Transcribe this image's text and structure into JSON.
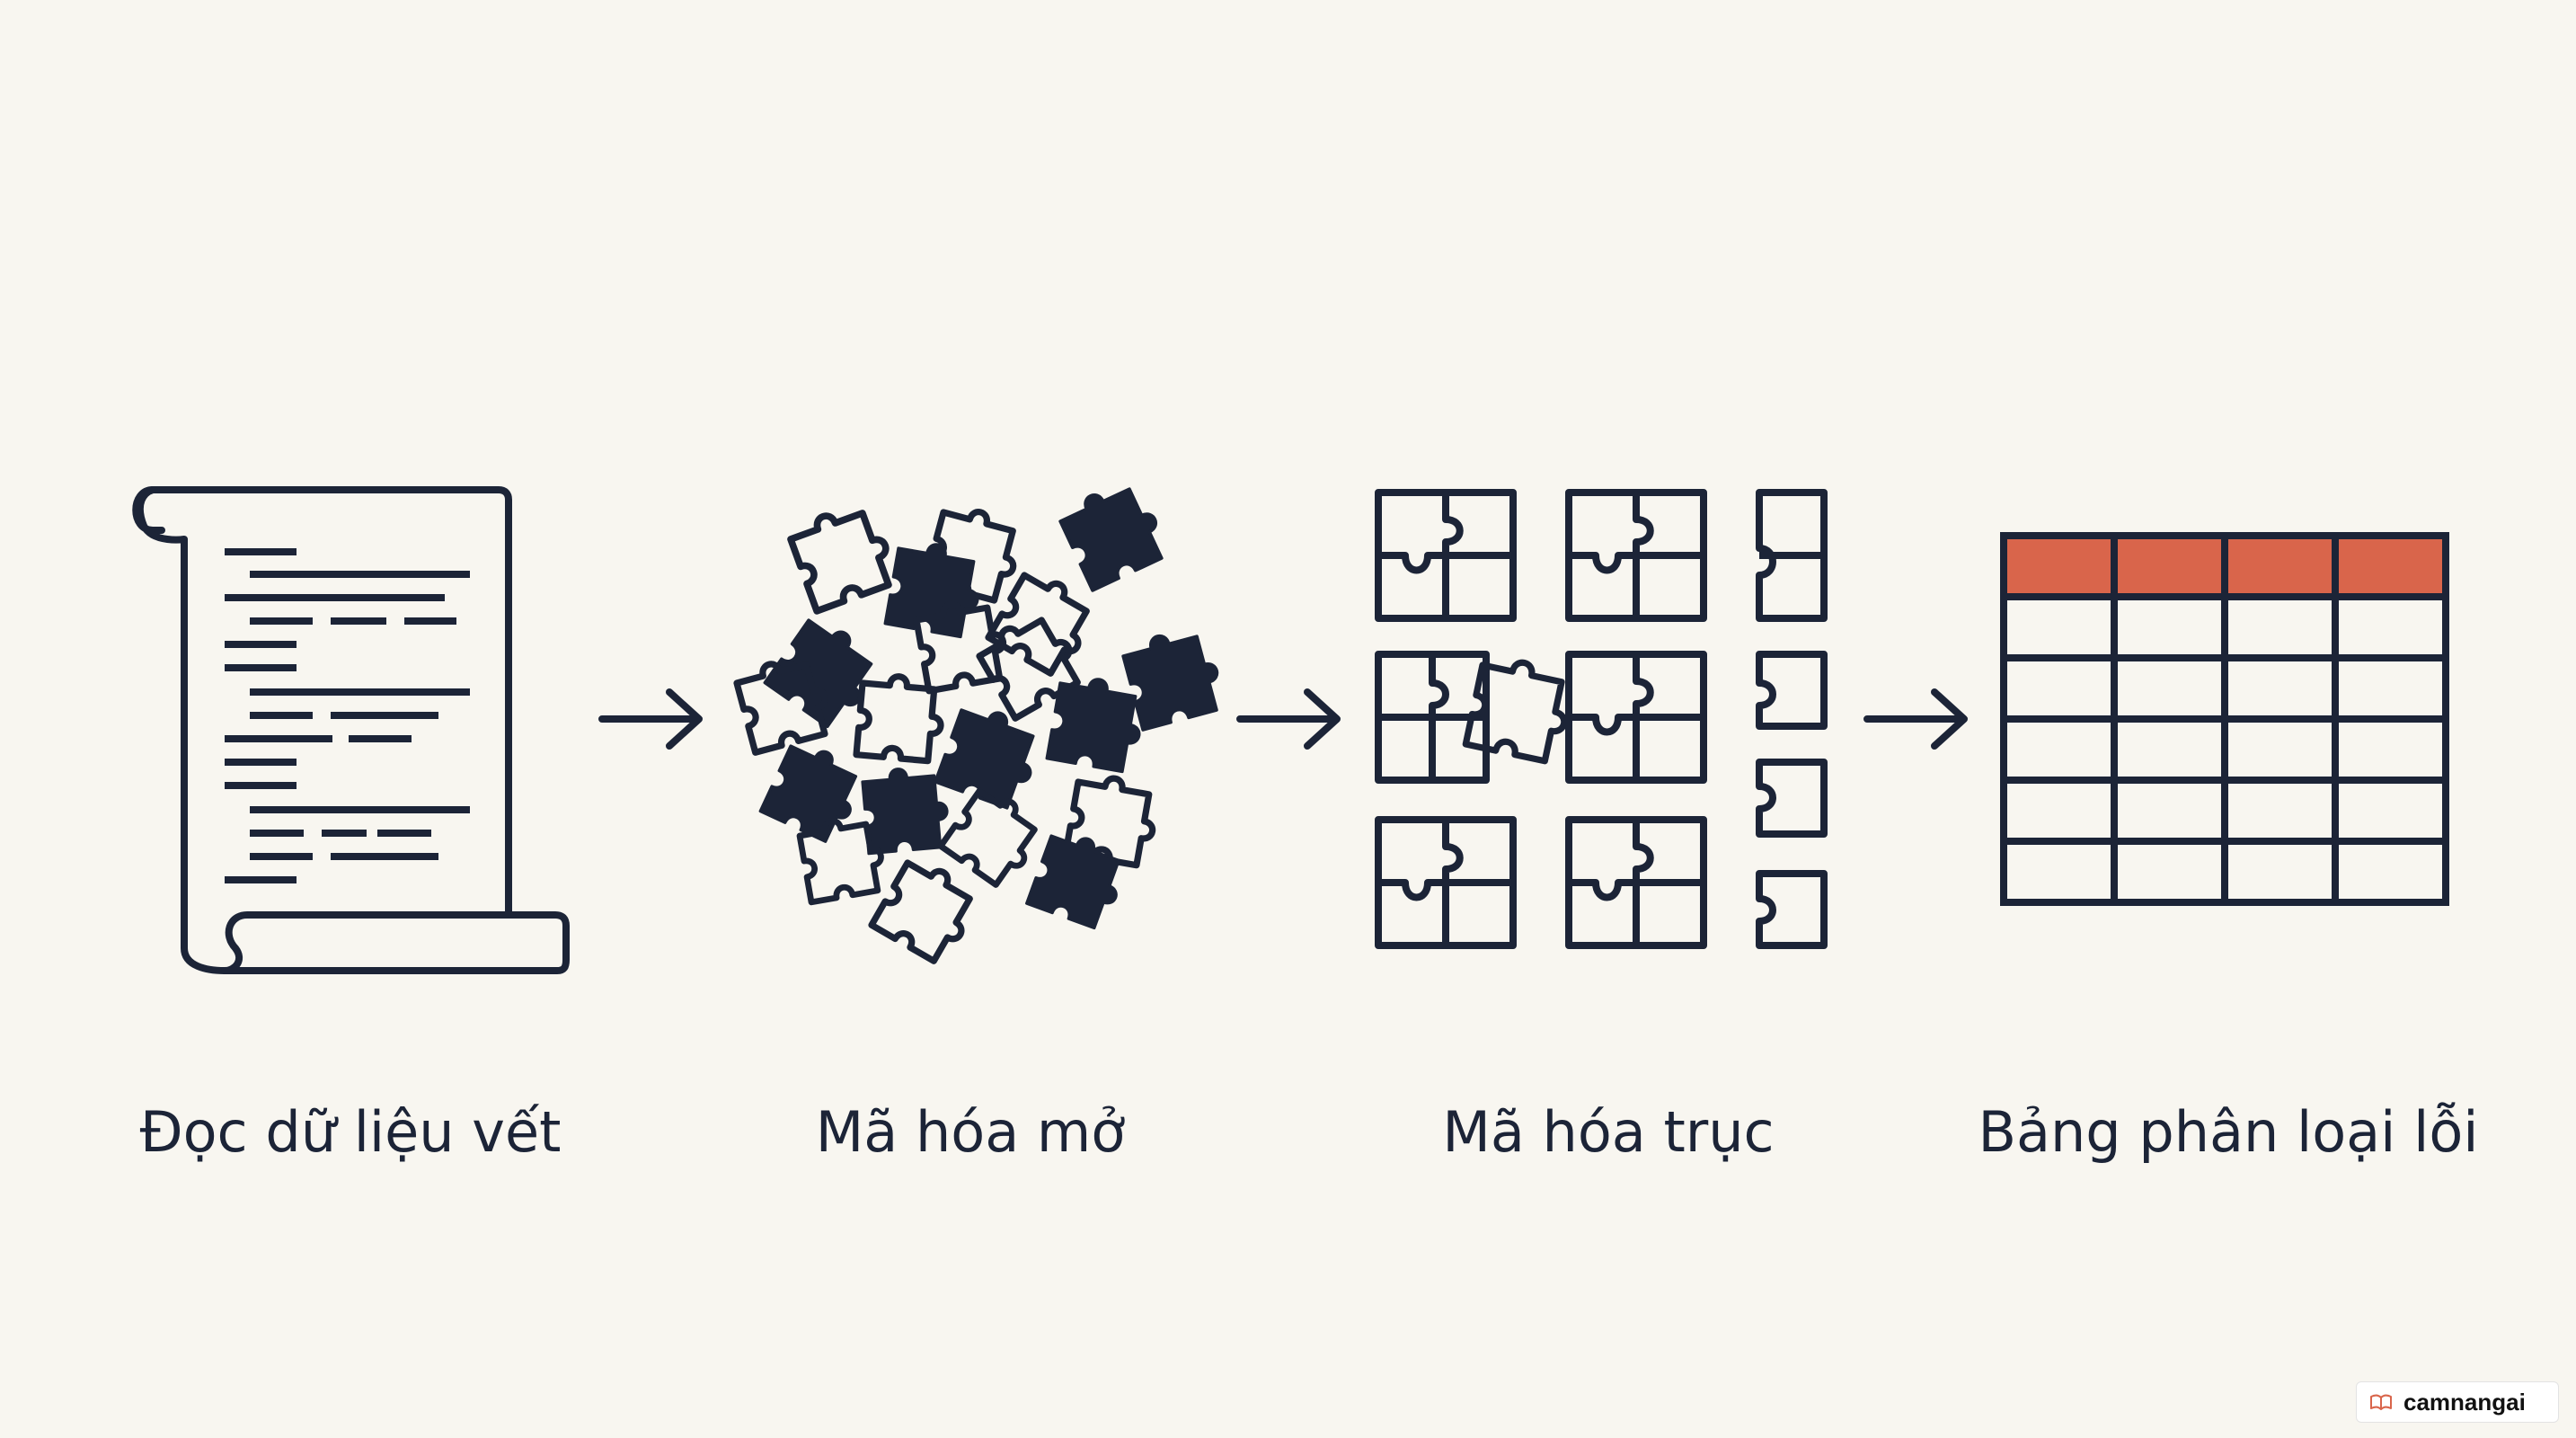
{
  "steps": [
    {
      "label": "Đọc dữ liệu vết",
      "icon": "scroll-document-icon"
    },
    {
      "label": "Mã hóa mở",
      "icon": "scattered-puzzle-pieces-icon"
    },
    {
      "label": "Mã hóa trục",
      "icon": "grouped-puzzle-pieces-icon"
    },
    {
      "label": "Bảng phân loại lỗi",
      "icon": "table-grid-icon"
    }
  ],
  "watermark": {
    "text": "camnangai",
    "icon": "book-logo-icon"
  },
  "colors": {
    "background": "#f8f6f0",
    "ink": "#1c2437",
    "accent": "#d9654b"
  }
}
